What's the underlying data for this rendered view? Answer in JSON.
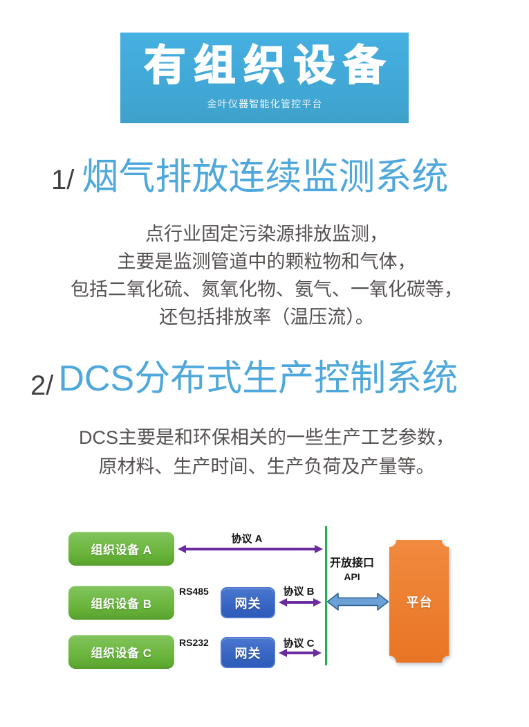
{
  "banner": {
    "title": "有组织设备",
    "subtitle": "金叶仪器智能化管控平台",
    "bg_top": "#46b0e2",
    "bg_bottom": "#3ea1cb"
  },
  "section1": {
    "index": "1/",
    "title": "烟气排放连续监测系统",
    "body_lines": [
      "点行业固定污染源排放监测，",
      "主要是监测管道中的颗粒物和气体，",
      "包括二氧化硫、氮氧化物、氨气、一氧化碳等，",
      "还包括排放率（温压流）。"
    ]
  },
  "section2": {
    "index": "2/",
    "title": "DCS分布式生产控制系统",
    "body_lines": [
      "DCS主要是和环保相关的一些生产工艺参数，",
      "原材料、生产时间、生产负荷及产量等。"
    ]
  },
  "diagram": {
    "device_a": "组织设备 A",
    "device_b": "组织设备 B",
    "device_c": "组织设备 C",
    "gateway_b": "网关",
    "gateway_c": "网关",
    "protocol_a": "协议 A",
    "protocol_b": "协议 B",
    "protocol_c": "协议 C",
    "serial_b": "RS485",
    "serial_c": "RS232",
    "open_interface_line1": "开放接口",
    "open_interface_line2": "API",
    "platform": "平台"
  },
  "colors": {
    "heading_blue": "#4fa8db",
    "body_gray": "#555150",
    "device_green": "#6db63f",
    "gateway_blue": "#3866c3",
    "arrow_purple": "#6b2c9e",
    "divider_green": "#1db152",
    "fat_arrow_blue": "#6ba1d4",
    "fat_arrow_border": "#2e6094",
    "platform_orange": "#ed7d31",
    "label_black": "#141414"
  }
}
